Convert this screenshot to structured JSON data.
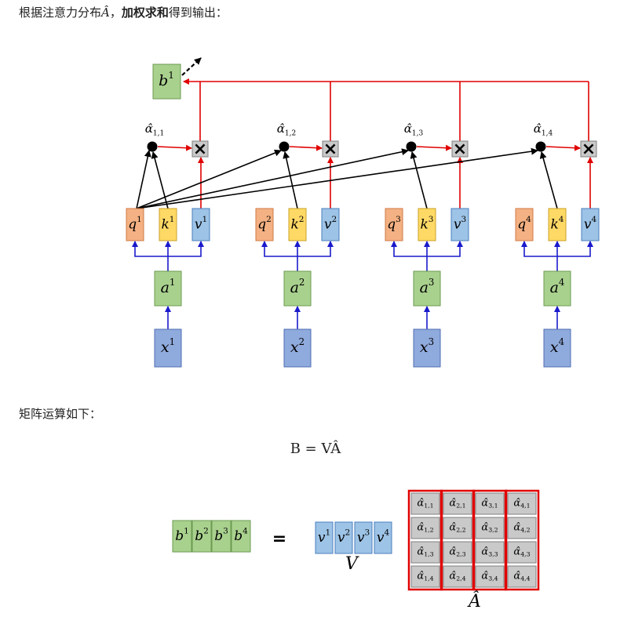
{
  "intro": {
    "before": "根据注意力分布",
    "math": "Â",
    "comma": "，",
    "bold": "加权求和",
    "after": "得到输出："
  },
  "matrix_intro": "矩阵运算如下：",
  "formula": "B = VÂ",
  "output_label": "b",
  "output_sup": "1",
  "columns": [
    {
      "index": "1",
      "alpha": "α̂",
      "alpha_sub": "1,1",
      "q": "q",
      "k": "k",
      "v": "v",
      "a": "a",
      "x": "x"
    },
    {
      "index": "2",
      "alpha": "α̂",
      "alpha_sub": "1,2",
      "q": "q",
      "k": "k",
      "v": "v",
      "a": "a",
      "x": "x"
    },
    {
      "index": "3",
      "alpha": "α̂",
      "alpha_sub": "1,3",
      "q": "q",
      "k": "k",
      "v": "v",
      "a": "a",
      "x": "x"
    },
    {
      "index": "4",
      "alpha": "α̂",
      "alpha_sub": "1,4",
      "q": "q",
      "k": "k",
      "v": "v",
      "a": "a",
      "x": "x"
    }
  ],
  "multiply_symbol": "×",
  "matrix": {
    "b_label": "b",
    "sups": [
      "1",
      "2",
      "3",
      "4"
    ],
    "equals": "=",
    "v_label": "v",
    "V": "V",
    "Ahat": "Â",
    "alpha": "α̂",
    "cells": [
      [
        "1,1",
        "2,1",
        "3,1",
        "4,1"
      ],
      [
        "1,2",
        "2,2",
        "3,2",
        "4,2"
      ],
      [
        "1,3",
        "2,3",
        "3,3",
        "4,3"
      ],
      [
        "1,4",
        "2,4",
        "3,4",
        "4,4"
      ]
    ]
  },
  "colors": {
    "green": "#a9d18e",
    "green_border": "#6b9a50",
    "orange": "#f4b183",
    "orange_border": "#d07a45",
    "yellow": "#ffd966",
    "yellow_border": "#c9a227",
    "blue": "#9dc3e6",
    "blue_border": "#4a7fbf",
    "purple": "#8faadc",
    "purple_border": "#4f6eb3",
    "gray": "#c9c9c9",
    "gray_border": "#7f7f7f",
    "red": "#e00000",
    "arrow_blue": "#1a1acc"
  }
}
